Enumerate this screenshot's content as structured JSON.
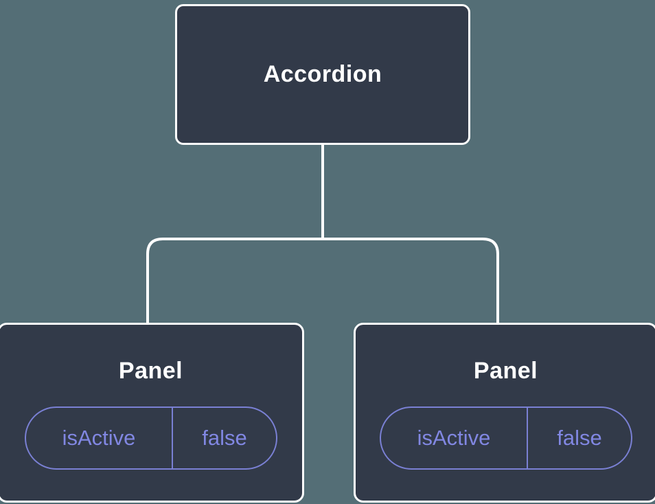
{
  "diagram": {
    "root": {
      "label": "Accordion"
    },
    "panels": [
      {
        "title": "Panel",
        "prop": {
          "name": "isActive",
          "value": "false"
        }
      },
      {
        "title": "Panel",
        "prop": {
          "name": "isActive",
          "value": "false"
        }
      }
    ],
    "colors": {
      "background": "#546e76",
      "node_background": "#323a49",
      "node_border": "#ffffff",
      "connector": "#ffffff",
      "prop_border": "#7a80d4",
      "prop_text": "#8187e2"
    }
  }
}
